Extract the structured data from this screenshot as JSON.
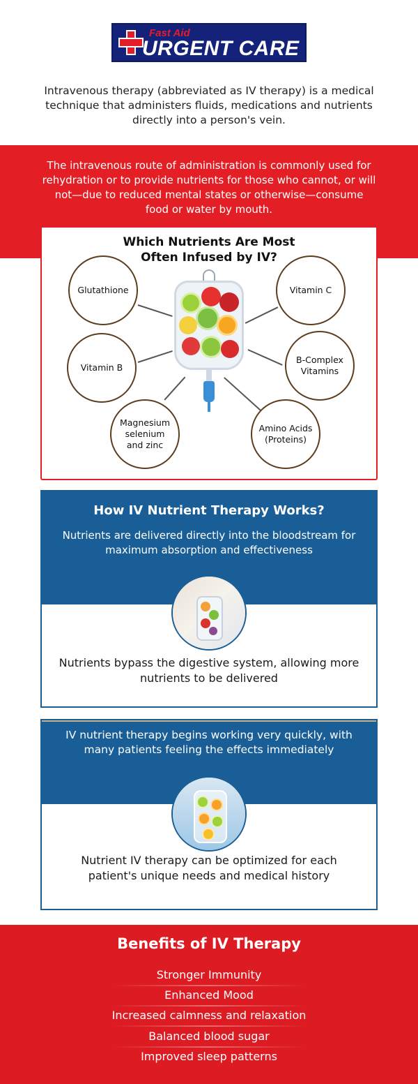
{
  "logo": {
    "top": "Fast Aid",
    "main": "URGENT CARE"
  },
  "intro": "Intravenous therapy (abbreviated as IV therapy) is a medical technique that administers fluids, medications and nutrients directly into a person's vein.",
  "route": "The intravenous route of administration is commonly used for rehydration or to provide nutrients for those who cannot, or will not—due to reduced mental states or otherwise—consume food or water by mouth.",
  "nutrients": {
    "title_line1": "Which Nutrients Are Most",
    "title_line2": "Often Infused by IV?",
    "items": [
      "Glutathione",
      "Vitamin C",
      "Vitamin B",
      "B-Complex Vitamins",
      "Magnesium selenium and zinc",
      "Amino Acids (Proteins)"
    ]
  },
  "how": {
    "title": "How IV Nutrient Therapy Works?",
    "subtitle": "Nutrients are delivered directly into the bloodstream for maximum absorption and effectiveness",
    "bottom": "Nutrients bypass the digestive system, allowing more nutrients to be delivered"
  },
  "quick": {
    "top": "IV nutrient therapy begins working very quickly, with many patients feeling the effects immediately",
    "bottom": "Nutrient IV therapy can be optimized for each patient's unique needs and medical history"
  },
  "benefits": {
    "title": "Benefits of IV Therapy",
    "items": [
      "Stronger Immunity",
      "Enhanced Mood",
      "Increased calmness and relaxation",
      "Balanced blood sugar",
      "Improved sleep patterns"
    ]
  }
}
